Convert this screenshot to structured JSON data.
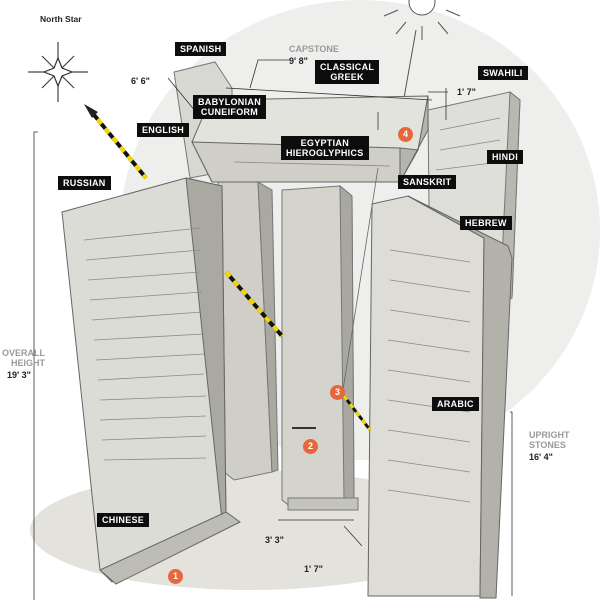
{
  "north_star": "North Star",
  "languages": {
    "spanish": "SPANISH",
    "classical_greek": "CLASSICAL\nGREEK",
    "swahili": "SWAHILI",
    "babylonian": "BABYLONIAN\nCUNEIFORM",
    "english": "ENGLISH",
    "egyptian": "EGYPTIAN\nHIEROGLYPHICS",
    "hindi": "HINDI",
    "russian": "RUSSIAN",
    "sanskrit": "SANSKRIT",
    "hebrew": "HEBREW",
    "arabic": "ARABIC",
    "chinese": "CHINESE"
  },
  "dimensions": {
    "capstone_label": "CAPSTONE",
    "capstone_length": "9' 8\"",
    "cap_height": "6' 6\"",
    "cap_thickness": "1' 7\"",
    "overall_label": "OVERALL\nHEIGHT",
    "overall_value": "19' 3\"",
    "upright_label": "UPRIGHT\nSTONES",
    "upright_value": "16' 4\"",
    "base_width": "3' 3\"",
    "base_depth": "1' 7\""
  },
  "markers": [
    "1",
    "2",
    "3",
    "4"
  ],
  "colors": {
    "marker": "#e8663b",
    "label_bg": "#0d0d0d",
    "stone": "#dcdcd6",
    "stone_dark": "#a9a9a2"
  },
  "icons": [
    "star-icon",
    "sun-icon"
  ]
}
